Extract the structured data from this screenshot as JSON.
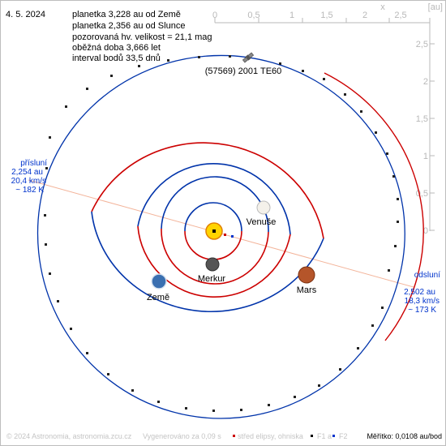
{
  "header": {
    "date": "4. 5. 2024",
    "lines": [
      "planetka 3,228 au od Země",
      "planetka 2,356 au od Slunce",
      "pozorovaná hv. velikost = 21,1 mag",
      "oběžná doba 3,666 let",
      "interval bodů 33,5 dnů"
    ]
  },
  "object_label": "(57569) 2001 TE60",
  "planets": {
    "venus": "Venuše",
    "mercury": "Merkur",
    "earth": "Země",
    "mars": "Mars"
  },
  "perihelion": [
    "přísluní",
    "2,254 au",
    "20,4 km/s",
    "~ 182 K"
  ],
  "aphelion": [
    "odsluní",
    "2,502 au",
    "18,3 km/s",
    "~ 173 K"
  ],
  "axes": {
    "x_label": "x",
    "unit": "[au]",
    "x_ticks": [
      "0",
      "0,5",
      "1",
      "1,5",
      "2",
      "2,5"
    ],
    "y_ticks": [
      "2,5",
      "2",
      "1,5",
      "1",
      "0,5",
      "0"
    ]
  },
  "footer": {
    "copyright": "© 2024 Astronomia, astronomia.zcu.cz",
    "generated": "Vygenerováno za 0,09 s",
    "legend_center": "střed elipsy, ohniska",
    "f1": "F1 a",
    "f2": "F2",
    "scale": "Měřítko: 0,0108 au/bod"
  },
  "colors": {
    "orbit_above": "#cc0000",
    "orbit_below": "#0033aa",
    "axes": "#b0b0b0",
    "apsis_line": "#f0a080",
    "info_text": "#0033cc"
  }
}
